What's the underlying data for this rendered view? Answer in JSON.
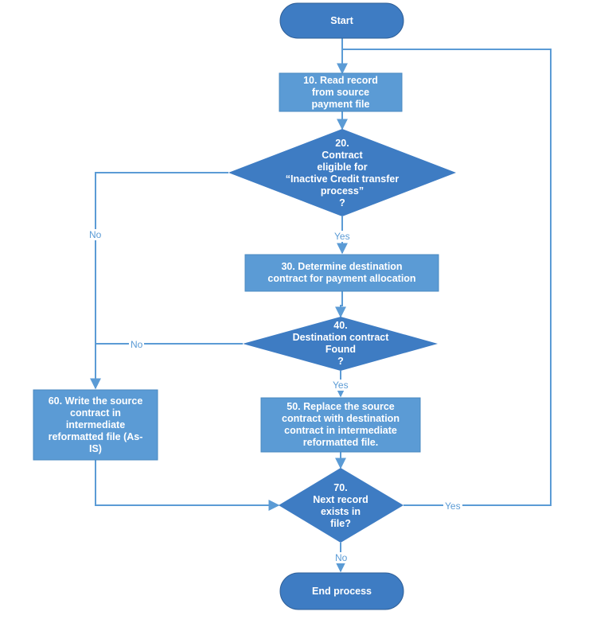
{
  "colors": {
    "fill": "#3e7cc3",
    "box_fill": "#5b9bd5",
    "line": "#5b9bd5",
    "text": "#ffffff",
    "label": "#5b9bd5"
  },
  "nodes": {
    "start": "Start",
    "n10": "10. Read record\nfrom source\npayment file",
    "n20": "20.\nContract\neligible for\n“Inactive Credit transfer\nprocess”\n?",
    "n30": "30. Determine destination\ncontract for payment allocation",
    "n40": "40.\nDestination contract\nFound\n?",
    "n50": "50. Replace the source\ncontract with destination\ncontract in intermediate\nreformatted file.",
    "n60": "60. Write the source\ncontract in\nintermediate\nreformatted file (As-\nIS)",
    "n70": "70.\nNext record\nexists in\nfile?",
    "end": "End process"
  },
  "edges": {
    "e20_yes": "Yes",
    "e20_no": "No",
    "e40_yes": "Yes",
    "e40_no": "No",
    "e70_yes": "Yes",
    "e70_no": "No"
  }
}
